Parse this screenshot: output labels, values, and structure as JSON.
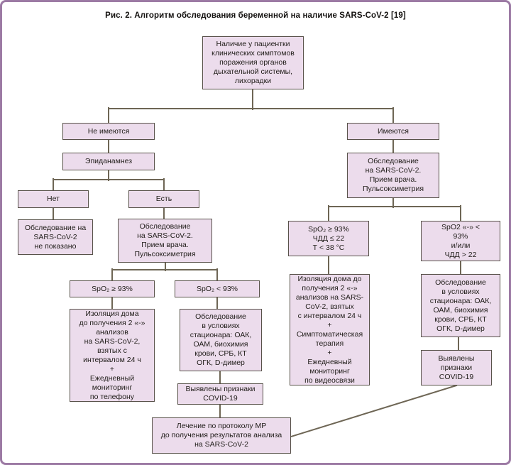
{
  "title": "Рис. 2. Алгоритм обследования беременной на наличие SARS-CoV-2 [19]",
  "colors": {
    "frame_border": "#9c7aa4",
    "node_fill": "#ecdcec",
    "node_border": "#58524a",
    "connector_line": "#6e6655",
    "text": "#201d19"
  },
  "nodes": {
    "root": "Наличие у пациентки\nклинических симптомов\nпоражения органов\nдыхательной системы,\nлихорадки",
    "not_present": "Не имеются",
    "present": "Имеются",
    "epid": "Эпиданамнез",
    "exam_right": "Обследование\nна SARS-CoV-2.\nПрием врача.\nПульсоксиметрия",
    "no": "Нет",
    "yes": "Есть",
    "not_indicated": "Обследование на\nSARS-CoV-2\nне показано",
    "exam_left": "Обследование\nна SARS-CoV-2.\nПрием врача.\nПульсоксиметрия",
    "spo2_ge_left": "SpO₂ ≥ 93%",
    "spo2_lt_left": "SpO₂ < 93%",
    "isolation_left": "Изоляция дома\nдо получения 2 «-»\nанализов\nна SARS-CoV-2,\nвзятых с\nинтервалом 24 ч\n+\nЕжедневный\nмониторинг\nпо телефону",
    "hospital_left": "Обследование\nв условиях\nстационара: ОАК,\nОАМ, биохимия\nкрови, СРБ, КТ\nОГК, D-димер",
    "signs_left": "Выявлены признаки\nCOVID-19",
    "cond_right_ok": "SpO₂ ≥ 93%\nЧДД ≤ 22\nТ < 38 °С",
    "cond_right_bad": "SpO2 «-» <\n93%\nи/или\nЧДД > 22",
    "isolation_right": "Изоляция дома до\nполучения 2 «-»\nанализов на SARS-\nCoV-2, взятых\nс интервалом 24 ч\n+\nСимптоматическая\nтерапия\n+\nЕжедневный\nмониторинг\nпо видеосвязи",
    "hospital_right": "Обследование\nв условиях\nстационара: ОАК,\nОАМ, биохимия\nкрови, СРБ, КТ\nОГК, D-димер",
    "signs_right": "Выявлены\nпризнаки\nCOVID-19",
    "treatment": "Лечение по протоколу МР\nдо получения результатов анализа\nна SARS-CoV-2"
  }
}
